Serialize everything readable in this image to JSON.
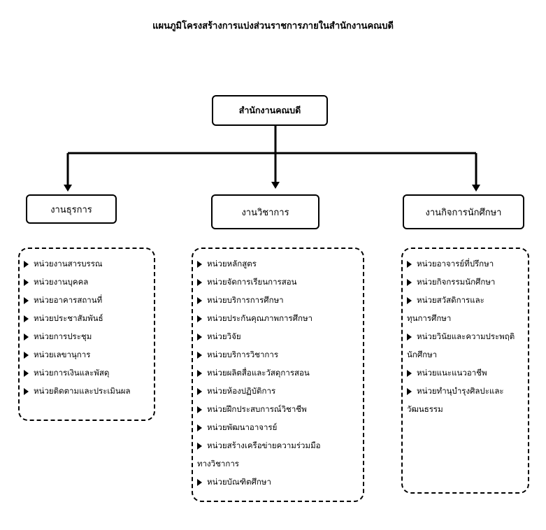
{
  "title": "แผนภูมิโครงสร้างการแบ่งส่วนราชการภายในสำนักงานคณบดี",
  "root": "สำนักงานคณบดี",
  "departments": [
    {
      "name": "งานธุรการ",
      "units": [
        [
          "หน่วยงานสารบรรณ"
        ],
        [
          "หน่วยงานบุคคล"
        ],
        [
          "หน่วยอาคารสถานที่"
        ],
        [
          "หน่วยประชาสัมพันธ์"
        ],
        [
          "หน่วยการประชุม"
        ],
        [
          "หน่วยเลขานุการ"
        ],
        [
          "หน่วยการเงินและพัสดุ"
        ],
        [
          "หน่วยติดตามและประเมินผล"
        ]
      ]
    },
    {
      "name": "งานวิชาการ",
      "units": [
        [
          "หน่วยหลักสูตร"
        ],
        [
          "หน่วยจัดการเรียนการสอน"
        ],
        [
          "หน่วยบริการการศึกษา"
        ],
        [
          "หน่วยประกันคุณภาพการศึกษา"
        ],
        [
          "หน่วยวิจัย"
        ],
        [
          "หน่วยบริการวิชาการ"
        ],
        [
          "หน่วยผลิตสื่อและวัสดุการสอน"
        ],
        [
          "หน่วยห้องปฏิบัติการ"
        ],
        [
          "หน่วยฝึกประสบการณ์วิชาชีพ"
        ],
        [
          "หน่วยพัฒนาอาจารย์"
        ],
        [
          "หน่วยสร้างเครือข่ายความร่วมมือ",
          "ทางวิชาการ"
        ],
        [
          "หน่วยบัณฑิตศึกษา"
        ]
      ]
    },
    {
      "name": "งานกิจการนักศึกษา",
      "units": [
        [
          "หน่วยอาจารย์ที่ปรึกษา"
        ],
        [
          "หน่วยกิจกรรมนักศึกษา"
        ],
        [
          "หน่วยสวัสดิการและ",
          "ทุนการศึกษา"
        ],
        [
          "หน่วยวินัยและความประพฤติ",
          "นักศึกษา"
        ],
        [
          "หน่วยแนะแนวอาชีพ"
        ],
        [
          "หน่วยทำนุบำรุงศิลปะและ",
          "วัฒนธรรม"
        ]
      ]
    }
  ]
}
